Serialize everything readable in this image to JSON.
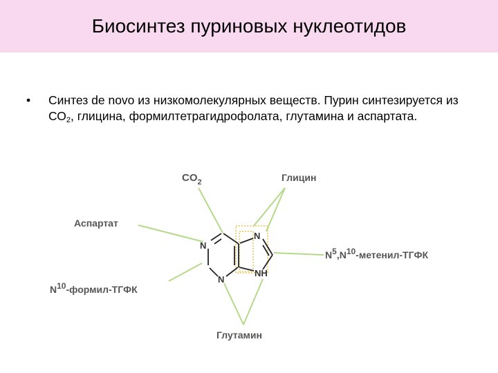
{
  "colors": {
    "title_bar": "#f9d9f0",
    "source_line": "#b4d989",
    "highlight_box": "#f2c44e",
    "bond": "#222222",
    "label": "#555555"
  },
  "slide": {
    "title": "Биосинтез пуриновых нуклеотидов",
    "bullet_symbol": "•",
    "bullet_text_main": "Синтез de novo из низкомолекулярных веществ. Пурин синтезируется из СО",
    "bullet_sub": "2",
    "bullet_text_rest": ", глицина, формилтетрагидрофолата, глутамина и аспартата."
  },
  "diagram": {
    "co2": {
      "base": "CO",
      "sub": "2"
    },
    "glycine": "Глицин",
    "aspartate": "Аспартат",
    "methenyl": {
      "n1": "N",
      "sup1": "5",
      "sep": ",N",
      "sup2": "10",
      "rest": "-метенил-ТГФК"
    },
    "formyl": {
      "n": "N",
      "sup": "10",
      "rest": "-формил-ТГФК"
    },
    "glutamine": "Глутамин",
    "atoms": {
      "n1": "N",
      "n3": "N",
      "n7": "N",
      "n9": "NH"
    }
  }
}
